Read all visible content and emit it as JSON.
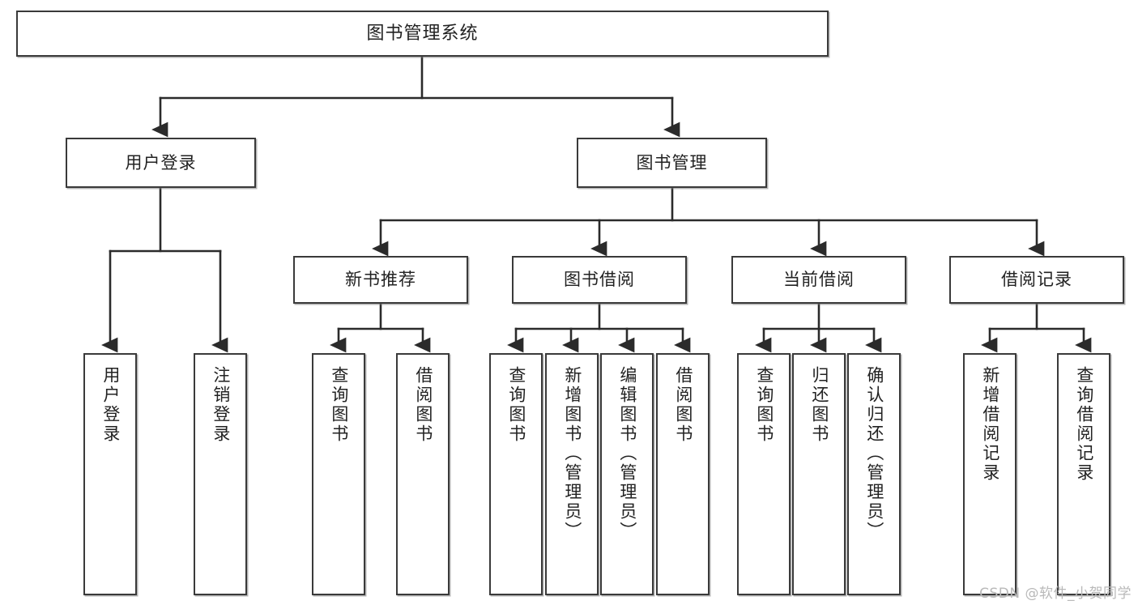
{
  "diagram": {
    "type": "tree",
    "title": "图书管理系统",
    "watermark": "CSDN @软件_小贺同学",
    "colors": {
      "box_border": "#3a3a3a",
      "box_fill": "#ffffff",
      "line": "#2b2b2b",
      "text": "#222222",
      "watermark": "#b9b9b9"
    },
    "nodes": {
      "root": {
        "label": "图书管理系统"
      },
      "level2": [
        {
          "label": "用户登录"
        },
        {
          "label": "图书管理"
        }
      ],
      "level3": [
        {
          "label": "新书推荐"
        },
        {
          "label": "图书借阅"
        },
        {
          "label": "当前借阅"
        },
        {
          "label": "借阅记录"
        }
      ],
      "leaves": {
        "user_login": [
          {
            "label": "用户登录"
          },
          {
            "label": "注销登录"
          }
        ],
        "new_book_recommend": [
          {
            "label": "查询图书"
          },
          {
            "label": "借阅图书"
          }
        ],
        "book_borrow": [
          {
            "label": "查询图书"
          },
          {
            "label": "新增图书（管理员）"
          },
          {
            "label": "编辑图书（管理员）"
          },
          {
            "label": "借阅图书"
          }
        ],
        "current_borrow": [
          {
            "label": "查询图书"
          },
          {
            "label": "归还图书"
          },
          {
            "label": "确认归还（管理员）"
          }
        ],
        "borrow_record": [
          {
            "label": "新增借阅记录"
          },
          {
            "label": "查询借阅记录"
          }
        ]
      }
    }
  }
}
